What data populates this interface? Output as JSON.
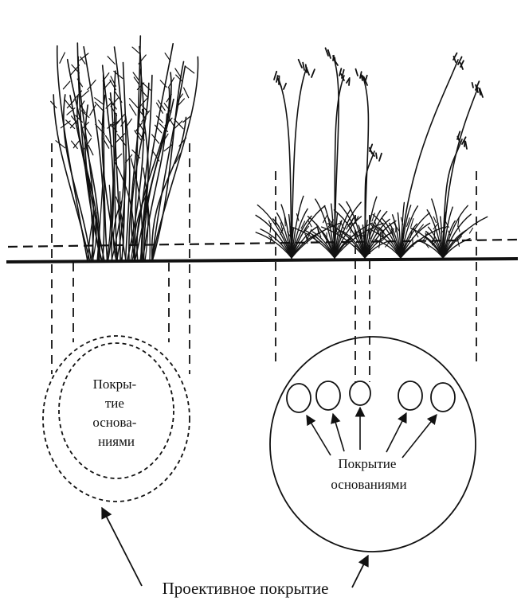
{
  "labels": {
    "left_coverage": [
      "Покры-",
      "тие",
      "основа-",
      "ниями"
    ],
    "right_coverage": [
      "Покрытие",
      "основаниями"
    ],
    "projective": "Проективное покрытие"
  },
  "colors": {
    "ink": "#111111",
    "background": "#ffffff"
  }
}
